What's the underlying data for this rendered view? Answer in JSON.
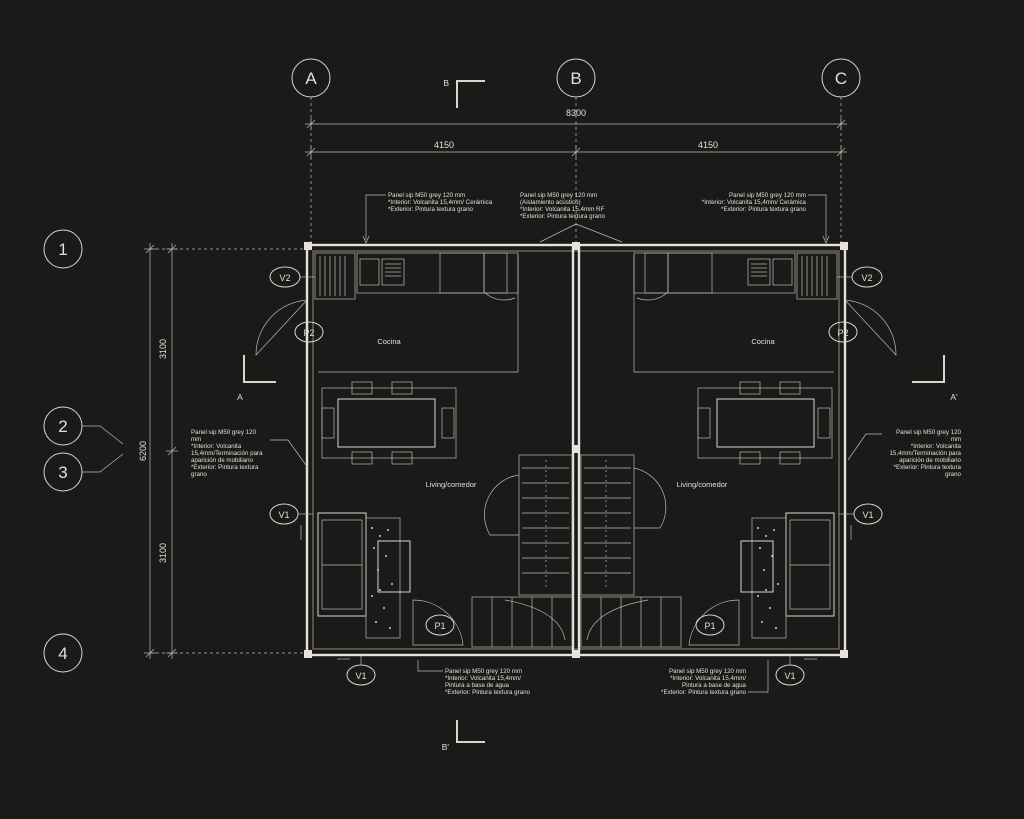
{
  "grid": {
    "columns": [
      "A",
      "B",
      "C"
    ],
    "rows": [
      "1",
      "2",
      "3",
      "4"
    ]
  },
  "dimensions": {
    "overall_width": "8300",
    "bay_left": "4150",
    "bay_right": "4150",
    "height_upper": "3100",
    "height_total": "6200",
    "height_lower": "3100"
  },
  "section_marks": {
    "b_top": "B",
    "b_bottom": "B'",
    "a_left": "A",
    "a_right": "A'"
  },
  "tags": {
    "v1": "V1",
    "v2": "V2",
    "p1": "P1",
    "p2": "P2"
  },
  "rooms": {
    "kitchen": "Cocina",
    "living": "Living/comedor"
  },
  "notes": {
    "top_left": [
      "Panel sip M50 grey 120 mm",
      "*Interior: Volcanita 15,4mm/ Cerámica",
      "*Exterior: Pintura textura grano"
    ],
    "top_center": [
      "Panel sip M50 grey 120 mm",
      "(Aislamiento acústico)",
      "*Interior: Volcanita 15,4mm RF",
      "*Exterior: Pintura textura grano"
    ],
    "top_right": [
      "Panel sip M50 grey 120 mm",
      "*Interior: Volcanita 15,4mm/ Cerámica",
      "*Exterior: Pintura textura grano"
    ],
    "mid_left": [
      "Panel sip M50 grey 120",
      "mm",
      "*Interior: Volcanita",
      "15,4mm/Terminación para",
      "aparición de mobiliario",
      "*Exterior: Pintura textura",
      "grano"
    ],
    "mid_right": [
      "Panel sip M50 grey 120",
      "mm",
      "*Interior: Volcanita",
      "15,4mm/Terminación para",
      "aparición de mobiliario",
      "*Exterior: Pintura textura",
      "grano"
    ],
    "bottom_left": [
      "Panel sip M50 grey 120 mm",
      "*Interior: Volcanita 15,4mm/",
      "Pintura a base de agua",
      "*Exterior: Pintura textura grano"
    ],
    "bottom_right": [
      "Panel sip M50 grey 120 mm",
      "*Interior: Volcanita 15,4mm/",
      "Pintura a base de agua",
      "*Exterior: Pintura textura grano"
    ]
  }
}
